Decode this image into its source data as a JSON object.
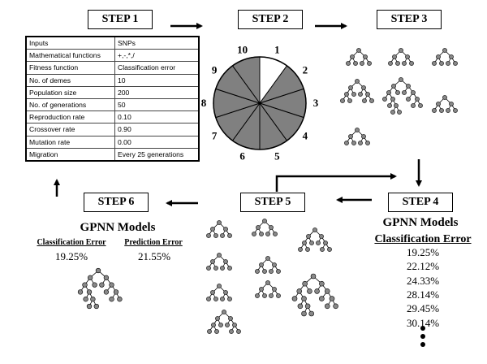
{
  "steps": {
    "step1": "STEP 1",
    "step2": "STEP 2",
    "step3": "STEP 3",
    "step4": "STEP 4",
    "step5": "STEP 5",
    "step6": "STEP 6"
  },
  "parameters": [
    {
      "key": "Inputs",
      "value": "SNPs"
    },
    {
      "key": "Mathematical functions",
      "value": "+,-,*,/"
    },
    {
      "key": "Fitness function",
      "value": "Classification error"
    },
    {
      "key": "No. of demes",
      "value": "10"
    },
    {
      "key": "Population size",
      "value": "200"
    },
    {
      "key": "No. of generations",
      "value": "50"
    },
    {
      "key": "Reproduction rate",
      "value": "0.10"
    },
    {
      "key": "Crossover rate",
      "value": "0.90"
    },
    {
      "key": "Mutation rate",
      "value": "0.00"
    },
    {
      "key": "Migration",
      "value": "Every 25 generations"
    }
  ],
  "pie": {
    "labels": [
      "1",
      "2",
      "3",
      "4",
      "5",
      "6",
      "7",
      "8",
      "9",
      "10"
    ],
    "highlight_index": 0,
    "fill_color": "#808080",
    "highlight_color": "#ffffff"
  },
  "step4": {
    "title": "GPNN Models",
    "header": "Classification Error",
    "errors": [
      "19.25%",
      "22.12%",
      "24.33%",
      "28.14%",
      "29.45%",
      "30.14%"
    ]
  },
  "step6": {
    "title": "GPNN Models",
    "classification_header": "Classification Error",
    "prediction_header": "Prediction Error",
    "classification_value": "19.25%",
    "prediction_value": "21.55%"
  },
  "colors": {
    "tree_node": "#888888",
    "tree_stroke": "#000000",
    "arrow": "#000000"
  }
}
